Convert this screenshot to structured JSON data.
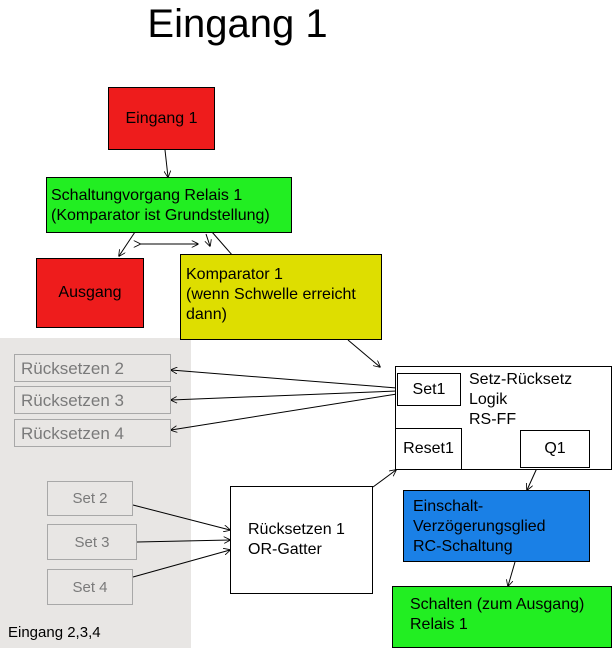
{
  "title": "Eingang 1",
  "nodes": {
    "eingang1": "Eingang 1",
    "schaltung_line1": "Schaltungvorgang Relais 1",
    "schaltung_line2": "(Komparator ist Grundstellung)",
    "ausgang": "Ausgang",
    "komparator_line1": "Komparator 1",
    "komparator_line2": "(wenn Schwelle erreicht",
    "komparator_line3": "dann)",
    "set1": "Set1",
    "reset1": "Reset1",
    "q1": "Q1",
    "rs_line1": "Setz-Rücksetz",
    "rs_line2": "Logik",
    "rs_line3": "RS-FF",
    "ruecksetzen2": "Rücksetzen 2",
    "ruecksetzen3": "Rücksetzen 3",
    "ruecksetzen4": "Rücksetzen 4",
    "set2": "Set 2",
    "set3": "Set 3",
    "set4": "Set 4",
    "or_line1": "Rücksetzen 1",
    "or_line2": "OR-Gatter",
    "einschalt_line1": "Einschalt-",
    "einschalt_line2": "Verzögerungsglied",
    "einschalt_line3": "RC-Schaltung",
    "schalten_line1": "Schalten (zum Ausgang)",
    "schalten_line2": "Relais 1"
  },
  "panel_label": "Eingang 2,3,4",
  "colors": {
    "red": "#ee1c1c",
    "green": "#22ee22",
    "yellow": "#dede00",
    "blue": "#1a80e6",
    "gray_panel": "#e8e6e4"
  }
}
